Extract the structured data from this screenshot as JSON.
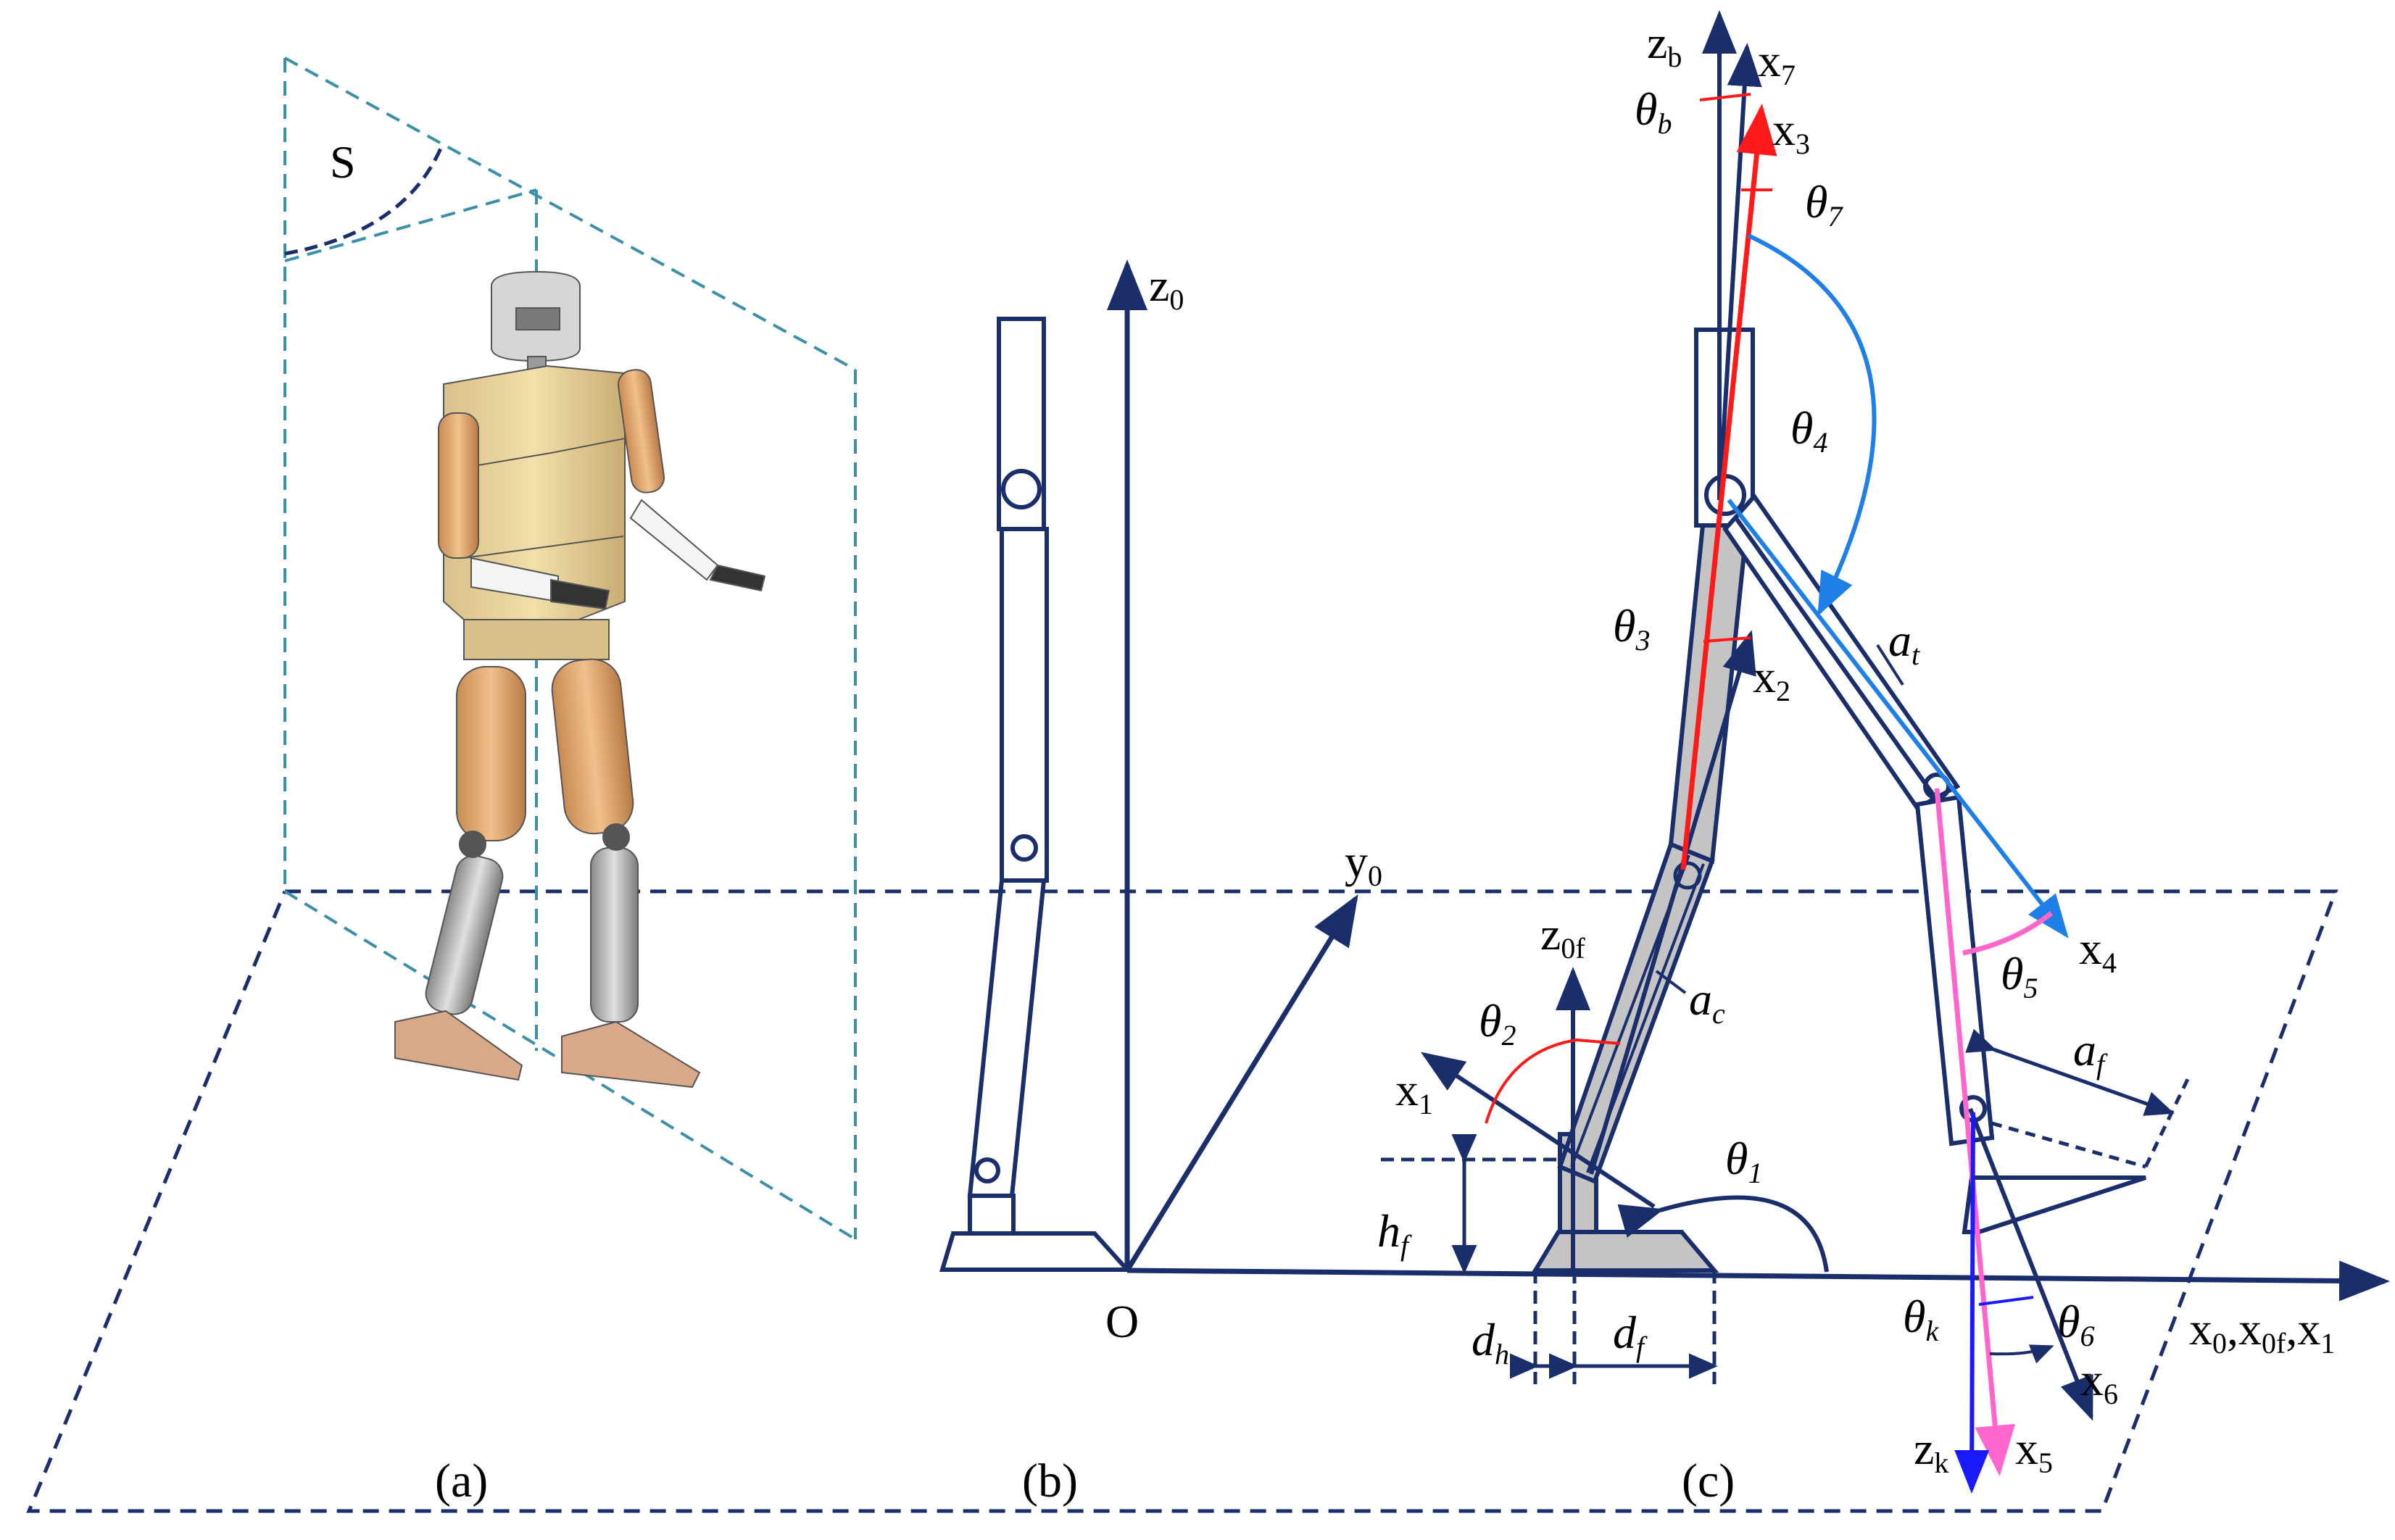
{
  "panels": {
    "a": {
      "caption": "(a)",
      "plane_label": "S"
    },
    "b": {
      "caption": "(b)",
      "origin": "O",
      "axis_z": {
        "base": "z",
        "sub": "0"
      },
      "axis_y": {
        "base": "y",
        "sub": "0"
      }
    },
    "c": {
      "caption": "(c)",
      "axis_x_ground": {
        "base": "x",
        "sub": "0",
        "rest": ",x",
        "sub2": "0f",
        "rest2": ",x",
        "sub3": "1"
      },
      "z0f": {
        "base": "z",
        "sub": "0f"
      },
      "zb": {
        "base": "z",
        "sub": "b"
      },
      "zk": {
        "base": "z",
        "sub": "k"
      },
      "x1": {
        "base": "x",
        "sub": "1"
      },
      "x2": {
        "base": "x",
        "sub": "2"
      },
      "x3": {
        "base": "x",
        "sub": "3"
      },
      "x4": {
        "base": "x",
        "sub": "4"
      },
      "x5": {
        "base": "x",
        "sub": "5"
      },
      "x6": {
        "base": "x",
        "sub": "6"
      },
      "x7": {
        "base": "x",
        "sub": "7"
      },
      "theta_b": {
        "base": "θ",
        "sub": "b"
      },
      "theta_1": {
        "base": "θ",
        "sub": "1"
      },
      "theta_2": {
        "base": "θ",
        "sub": "2"
      },
      "theta_3": {
        "base": "θ",
        "sub": "3"
      },
      "theta_4": {
        "base": "θ",
        "sub": "4"
      },
      "theta_5": {
        "base": "θ",
        "sub": "5"
      },
      "theta_6": {
        "base": "θ",
        "sub": "6"
      },
      "theta_7": {
        "base": "θ",
        "sub": "7"
      },
      "theta_k": {
        "base": "θ",
        "sub": "k"
      },
      "a_t": {
        "base": "a",
        "sub": "t"
      },
      "a_c": {
        "base": "a",
        "sub": "c"
      },
      "a_f": {
        "base": "a",
        "sub": "f"
      },
      "h_f": {
        "base": "h",
        "sub": "f"
      },
      "d_h": {
        "base": "d",
        "sub": "h"
      },
      "d_f": {
        "base": "d",
        "sub": "f"
      }
    }
  },
  "colors": {
    "navy": "#1a2e6b",
    "teal_dash": "#3b8fa8",
    "red": "#ff1a1a",
    "blue": "#1e7fe6",
    "pink": "#ff66cc",
    "deep_blue": "#1a1aff",
    "leg_gray": "#c4c4c4"
  }
}
